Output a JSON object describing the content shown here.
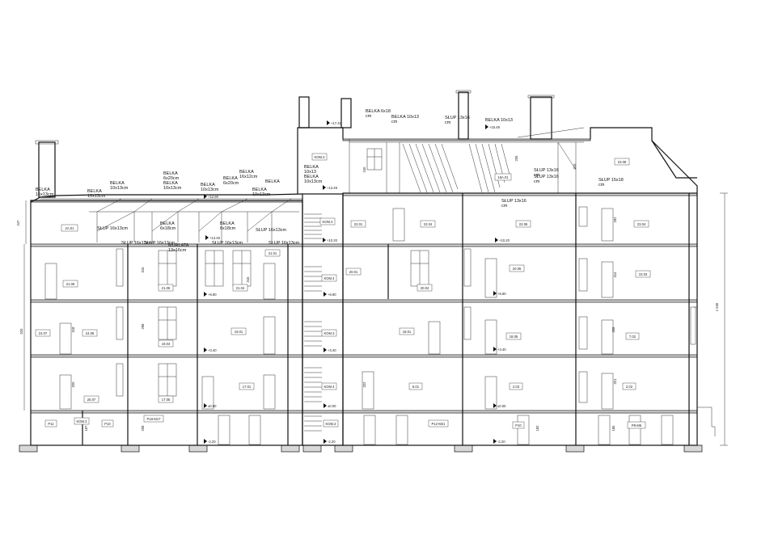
{
  "beam_notes": [
    {
      "id": "n1",
      "lines": [
        "BELKA",
        "16x13cm"
      ]
    },
    {
      "id": "n2",
      "lines": [
        "BELKA",
        "10x13cm"
      ]
    },
    {
      "id": "n3",
      "lines": [
        "BELKA",
        "10x13cm"
      ]
    },
    {
      "id": "n4",
      "lines": [
        "BELKA",
        "6x20cm",
        "BELKA",
        "10x13cm"
      ]
    },
    {
      "id": "n5",
      "lines": [
        "BELKA",
        "10x13cm"
      ]
    },
    {
      "id": "n6",
      "lines": [
        "BELKA",
        "16x12cm"
      ]
    },
    {
      "id": "n7",
      "lines": [
        "BELKA",
        "6x20cm"
      ]
    },
    {
      "id": "n8",
      "lines": [
        "BELKA",
        "10x13cm"
      ]
    },
    {
      "id": "n9",
      "lines": [
        "BELKA"
      ]
    },
    {
      "id": "n10",
      "lines": [
        "BELKA",
        "10x13"
      ]
    },
    {
      "id": "n11",
      "lines": [
        "BELKA",
        "10x13cm"
      ]
    },
    {
      "id": "n12",
      "lines": [
        "BELKA 6x18",
        "cm"
      ]
    },
    {
      "id": "n13",
      "lines": [
        "BELKA 10x13",
        "cm"
      ]
    },
    {
      "id": "n14",
      "lines": [
        "SŁUP 13x16",
        "cm"
      ]
    },
    {
      "id": "n15",
      "lines": [
        "BELKA 10x13"
      ]
    },
    {
      "id": "n16",
      "lines": [
        "SŁUP 13x16",
        "cm"
      ]
    },
    {
      "id": "n17",
      "lines": [
        "SŁUP 13x16",
        "cm"
      ]
    },
    {
      "id": "n18",
      "lines": [
        "SŁUP 15x18",
        "cm"
      ]
    },
    {
      "id": "n19",
      "lines": [
        "SŁUP 13x16",
        "cm"
      ]
    },
    {
      "id": "n20",
      "lines": [
        "SŁUP 16x13cm"
      ]
    },
    {
      "id": "n21",
      "lines": [
        "BELKA",
        "6x18cm"
      ]
    },
    {
      "id": "n22",
      "lines": [
        "BELKA",
        "6x18cm"
      ]
    },
    {
      "id": "n23",
      "lines": [
        "SŁUP 16x13cm"
      ]
    },
    {
      "id": "n24",
      "lines": [
        "SŁUP 16x13cm"
      ]
    },
    {
      "id": "n25",
      "lines": [
        "SŁUP 16x13cm"
      ]
    },
    {
      "id": "n26",
      "lines": [
        "SŁUP 16x13cm"
      ]
    },
    {
      "id": "n27",
      "lines": [
        "SŁUP 16x13cm"
      ]
    },
    {
      "id": "n28",
      "lines": [
        "MURŁATA",
        "13x16cm"
      ]
    }
  ],
  "room_tags": [
    {
      "id": "r_2A01",
      "text": "2A.01"
    },
    {
      "id": "r_2201",
      "text": "22.01"
    },
    {
      "id": "r_2204",
      "text": "22.04"
    },
    {
      "id": "r_2206",
      "text": "22.06"
    },
    {
      "id": "r_2304",
      "text": "23.04"
    },
    {
      "id": "r_2308",
      "text": "23.08"
    },
    {
      "id": "r_16A01",
      "text": "16A.01"
    },
    {
      "id": "r_2106",
      "text": "21.06"
    },
    {
      "id": "r_2105",
      "text": "21.05"
    },
    {
      "id": "r_2104",
      "text": "21.04"
    },
    {
      "id": "r_2101",
      "text": "21.01"
    },
    {
      "id": "r_2001",
      "text": "20.01"
    },
    {
      "id": "r_2004",
      "text": "20.04"
    },
    {
      "id": "r_2005",
      "text": "20.05"
    },
    {
      "id": "r_1003",
      "text": "10.03"
    },
    {
      "id": "r_2407",
      "text": "24.07"
    },
    {
      "id": "r_2406",
      "text": "24.06"
    },
    {
      "id": "r_1904",
      "text": "19.04"
    },
    {
      "id": "r_1901",
      "text": "19.01"
    },
    {
      "id": "r_1801",
      "text": "18.01"
    },
    {
      "id": "r_1805",
      "text": "18.05"
    },
    {
      "id": "r_702",
      "text": "7.02"
    },
    {
      "id": "r_2507",
      "text": "25.07"
    },
    {
      "id": "r_1705",
      "text": "17.05"
    },
    {
      "id": "r_1701",
      "text": "17.01"
    },
    {
      "id": "r_501",
      "text": "5.01"
    },
    {
      "id": "r_203",
      "text": "2.03"
    },
    {
      "id": "r_202",
      "text": "2.02"
    },
    {
      "id": "r_P11",
      "text": "P11"
    },
    {
      "id": "r_KOM3a",
      "text": "KOM.3"
    },
    {
      "id": "r_P10a",
      "text": "P10"
    },
    {
      "id": "r_P18M17",
      "text": "P18-M17"
    },
    {
      "id": "r_KOM2",
      "text": "KOM.2"
    },
    {
      "id": "r_P12M21",
      "text": "P12-M21"
    },
    {
      "id": "r_P10b",
      "text": "P10"
    },
    {
      "id": "r_P8M6",
      "text": "P8-M6"
    },
    {
      "id": "r_KOM3b",
      "text": "KOM.3"
    },
    {
      "id": "r_KOM4a",
      "text": "KOM.4"
    },
    {
      "id": "r_KOM4b",
      "text": "KOM.4"
    },
    {
      "id": "r_KOM3c",
      "text": "KOM.3"
    },
    {
      "id": "r_KOM4c",
      "text": "KOM.4"
    }
  ],
  "elevations": [
    {
      "id": "e1",
      "text": "+17.41"
    },
    {
      "id": "e2",
      "text": "+15.49"
    },
    {
      "id": "e3",
      "text": "+13.49"
    },
    {
      "id": "e4",
      "text": "+12.90"
    },
    {
      "id": "e5",
      "text": "+13.49"
    },
    {
      "id": "e6",
      "text": "+10.20"
    },
    {
      "id": "e7",
      "text": "+10.20"
    },
    {
      "id": "e8",
      "text": "+6.80"
    },
    {
      "id": "e9",
      "text": "+6.80"
    },
    {
      "id": "e10",
      "text": "+6.80"
    },
    {
      "id": "e11",
      "text": "+3.40"
    },
    {
      "id": "e12",
      "text": "+3.40"
    },
    {
      "id": "e13",
      "text": "+3.40"
    },
    {
      "id": "e14",
      "text": "±0.00"
    },
    {
      "id": "e15",
      "text": "±0.00"
    },
    {
      "id": "e16",
      "text": "±0.00"
    },
    {
      "id": "e17",
      "text": "-2.20"
    },
    {
      "id": "e18",
      "text": "-2.20"
    },
    {
      "id": "e19",
      "text": "-2.20"
    }
  ],
  "dimensions": [
    {
      "id": "d_total",
      "text": "1 530"
    },
    {
      "id": "d_left",
      "text": "520"
    },
    {
      "id": "d_attic",
      "text": "247"
    },
    {
      "id": "d1",
      "text": "316"
    },
    {
      "id": "d2",
      "text": "318"
    },
    {
      "id": "d3",
      "text": "320"
    },
    {
      "id": "d4",
      "text": "316"
    },
    {
      "id": "d5",
      "text": "310"
    },
    {
      "id": "d6",
      "text": "314"
    },
    {
      "id": "d7",
      "text": "321"
    },
    {
      "id": "d8",
      "text": "322"
    },
    {
      "id": "d9",
      "text": "187"
    },
    {
      "id": "d10",
      "text": "182"
    },
    {
      "id": "d11",
      "text": "185"
    },
    {
      "id": "d12",
      "text": "208"
    },
    {
      "id": "d13",
      "text": "298"
    },
    {
      "id": "d14",
      "text": "308"
    },
    {
      "id": "d15",
      "text": "206"
    },
    {
      "id": "d16",
      "text": "292"
    },
    {
      "id": "d17",
      "text": "240"
    }
  ]
}
